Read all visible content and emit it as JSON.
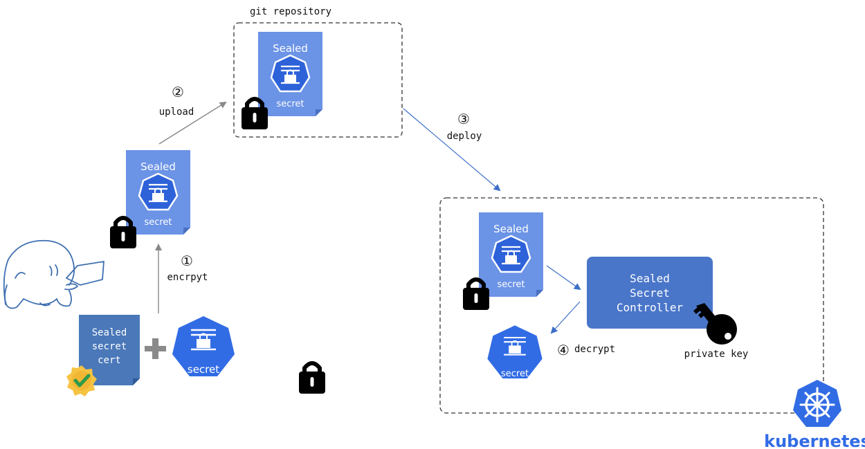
{
  "labels": {
    "git_repository": "git repository",
    "upload_step": "②",
    "upload": "upload",
    "deploy_step": "③",
    "deploy": "deploy",
    "encrypt_step": "①",
    "encrypt": "encrpyt",
    "decrypt_step": "④",
    "decrypt": "decrypt",
    "private_key": "private key"
  },
  "sealed_doc": {
    "title": "Sealed",
    "secret_label": "secret"
  },
  "cert_doc": {
    "line1": "Sealed",
    "line2": "secret",
    "line3": "cert"
  },
  "controller": {
    "line1": "Sealed",
    "line2": "Secret",
    "line3": "Controller"
  },
  "kubernetes": {
    "wordmark": "kubernetes"
  },
  "colors": {
    "doc_light": "#6b93e6",
    "doc_fold": "#4a6fc4",
    "secret_blue": "#326ce5",
    "cert_doc": "#4a78b9",
    "controller": "#4a76c9",
    "arrow_gray": "#888888",
    "arrow_blue": "#3d6fc9",
    "k8s_blue": "#326ce5",
    "badge_gold": "#f6c343",
    "badge_green": "#3aa85a",
    "sketch_blue": "#3f6fb0"
  }
}
